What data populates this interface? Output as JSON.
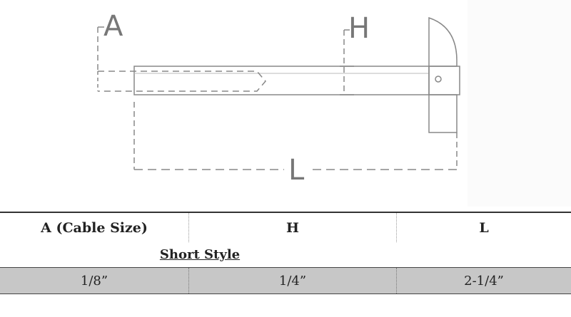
{
  "diagram": {
    "labels": {
      "a": "A",
      "h": "H",
      "l": "L"
    }
  },
  "table": {
    "headers": [
      "A (Cable Size)",
      "H",
      "L"
    ],
    "section_title": "Short Style",
    "rows": [
      [
        "1/8”",
        "1/4”",
        "2-1/4”"
      ]
    ]
  },
  "colors": {
    "line": "#888888",
    "row_fill": "#c7c7c7"
  }
}
